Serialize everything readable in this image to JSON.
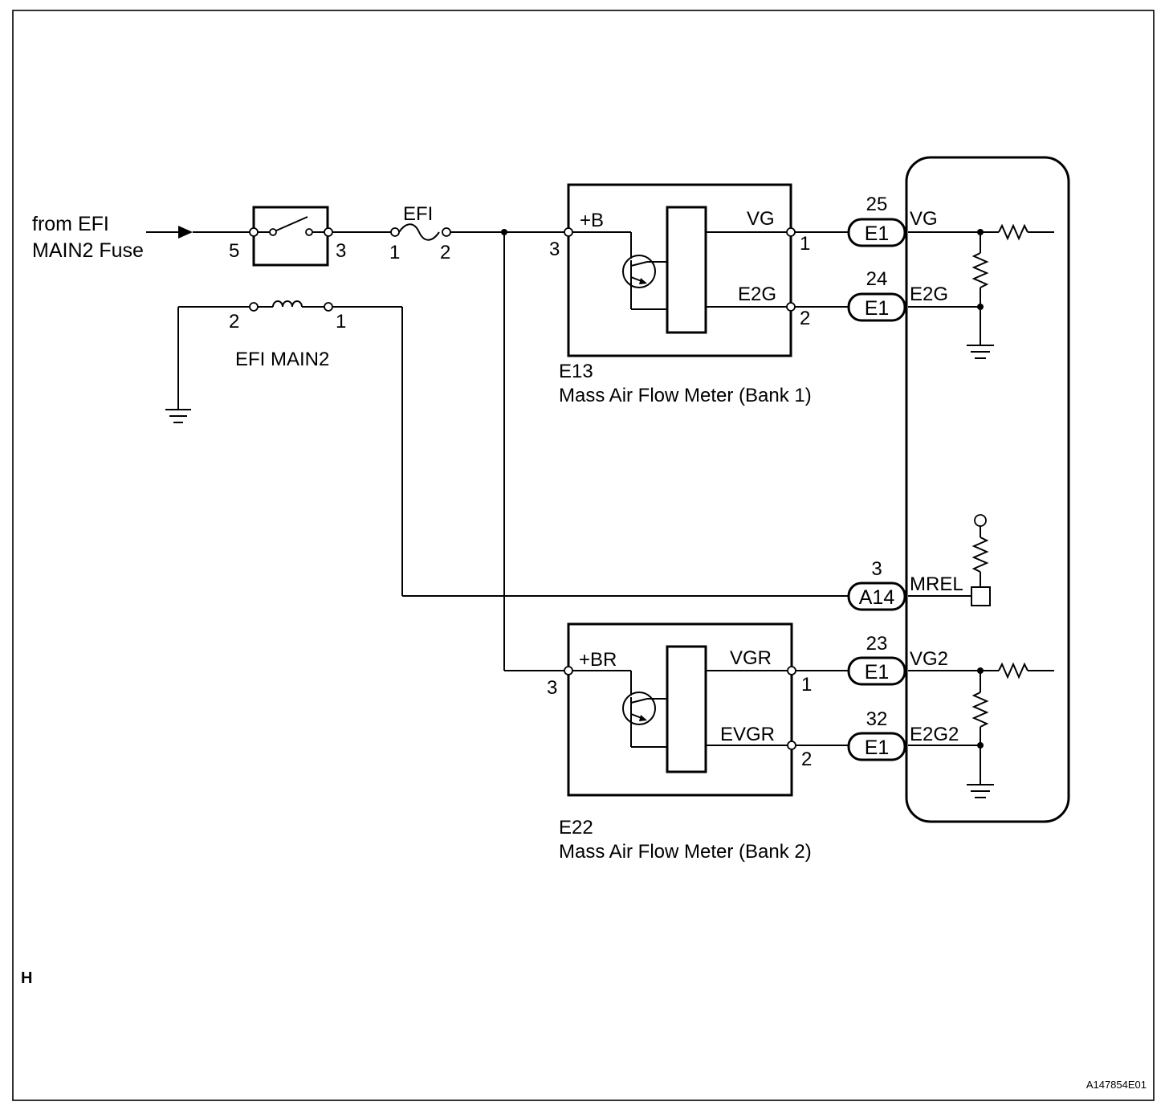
{
  "source": {
    "line1": "from EFI",
    "line2": "MAIN2 Fuse"
  },
  "relay": {
    "name": "EFI MAIN2",
    "pin_5": "5",
    "pin_3": "3",
    "pin_2": "2",
    "pin_1": "1"
  },
  "fuse": {
    "name": "EFI",
    "pin_1": "1",
    "pin_2": "2"
  },
  "maf_bank1": {
    "code": "E13",
    "name": "Mass Air Flow Meter (Bank 1)",
    "power_label": "+B",
    "signal_label": "VG",
    "ground_label": "E2G",
    "pin_power": "3",
    "pin_signal": "1",
    "pin_ground": "2"
  },
  "maf_bank2": {
    "code": "E22",
    "name": "Mass Air Flow Meter (Bank 2)",
    "power_label": "+BR",
    "signal_label": "VGR",
    "ground_label": "EVGR",
    "pin_power": "3",
    "pin_signal": "1",
    "pin_ground": "2"
  },
  "ecm_connectors": [
    {
      "pin": "25",
      "connector": "E1",
      "terminal": "VG"
    },
    {
      "pin": "24",
      "connector": "E1",
      "terminal": "E2G"
    },
    {
      "pin": "3",
      "connector": "A14",
      "terminal": "MREL"
    },
    {
      "pin": "23",
      "connector": "E1",
      "terminal": "VG2"
    },
    {
      "pin": "32",
      "connector": "E1",
      "terminal": "E2G2"
    }
  ],
  "corner_letter": "H",
  "figure_code": "A147854E01"
}
